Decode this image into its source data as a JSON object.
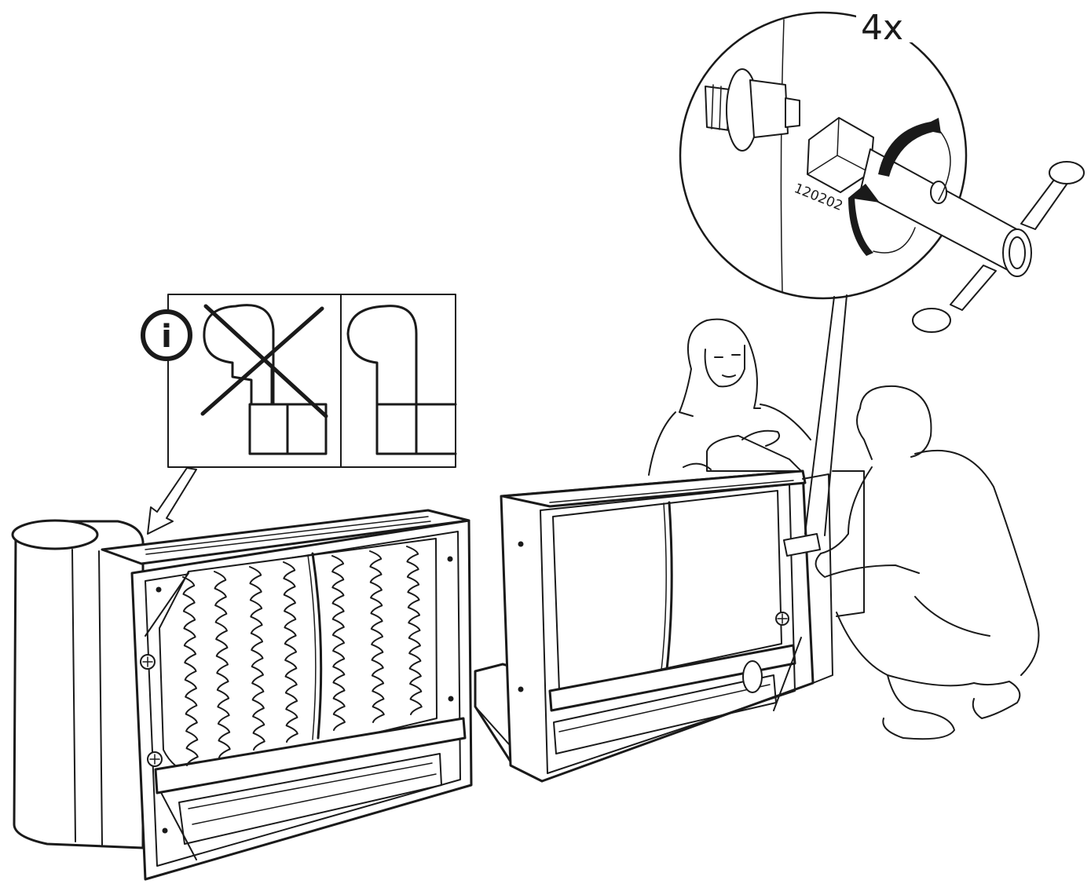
{
  "detail": {
    "quantity_label": "4x",
    "part_number": "120202"
  },
  "info_box": {
    "info_glyph": "i",
    "icon": "info-icon",
    "wrong_mark": "cross-out-icon"
  },
  "colors": {
    "ink": "#1a1a1a",
    "paper": "#ffffff"
  }
}
